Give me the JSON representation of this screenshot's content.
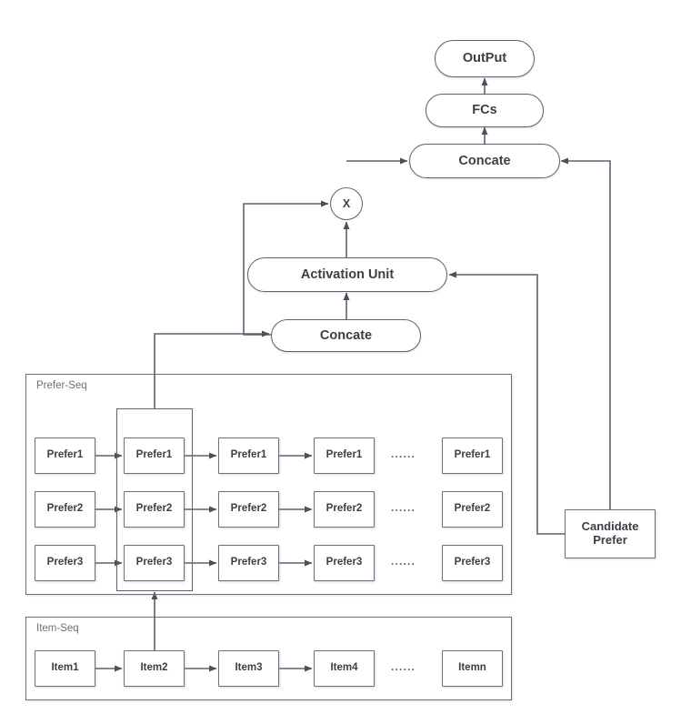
{
  "diagram": {
    "title_nodes": {
      "output": "OutPut",
      "fcs": "FCs",
      "concate_top": "Concate",
      "multiply": "X",
      "activation_unit": "Activation Unit",
      "concate_bottom": "Concate",
      "candidate_prefer": "Candidate\nPrefer"
    },
    "groups": [
      {
        "name": "prefer-seq",
        "label": "Prefer-Seq"
      },
      {
        "name": "item-seq",
        "label": "Item-Seq"
      }
    ],
    "prefer_seq": {
      "label": "Prefer-Seq",
      "ellipsis": "······",
      "rows": [
        {
          "name": "prefer-row-1",
          "cells": [
            "Prefer1",
            "Prefer1",
            "Prefer1",
            "Prefer1",
            "Prefer1"
          ]
        },
        {
          "name": "prefer-row-2",
          "cells": [
            "Prefer2",
            "Prefer2",
            "Prefer2",
            "Prefer2",
            "Prefer2"
          ]
        },
        {
          "name": "prefer-row-3",
          "cells": [
            "Prefer3",
            "Prefer3",
            "Prefer3",
            "Prefer3",
            "Prefer3"
          ]
        }
      ]
    },
    "item_seq": {
      "label": "Item-Seq",
      "ellipsis": "······",
      "cells": [
        "Item1",
        "Item2",
        "Item3",
        "Item4",
        "Itemn"
      ]
    },
    "colors": {
      "stroke": "#5c6370",
      "text": "#3b4048",
      "group_label": "#6b7079",
      "background": "#ffffff"
    }
  }
}
